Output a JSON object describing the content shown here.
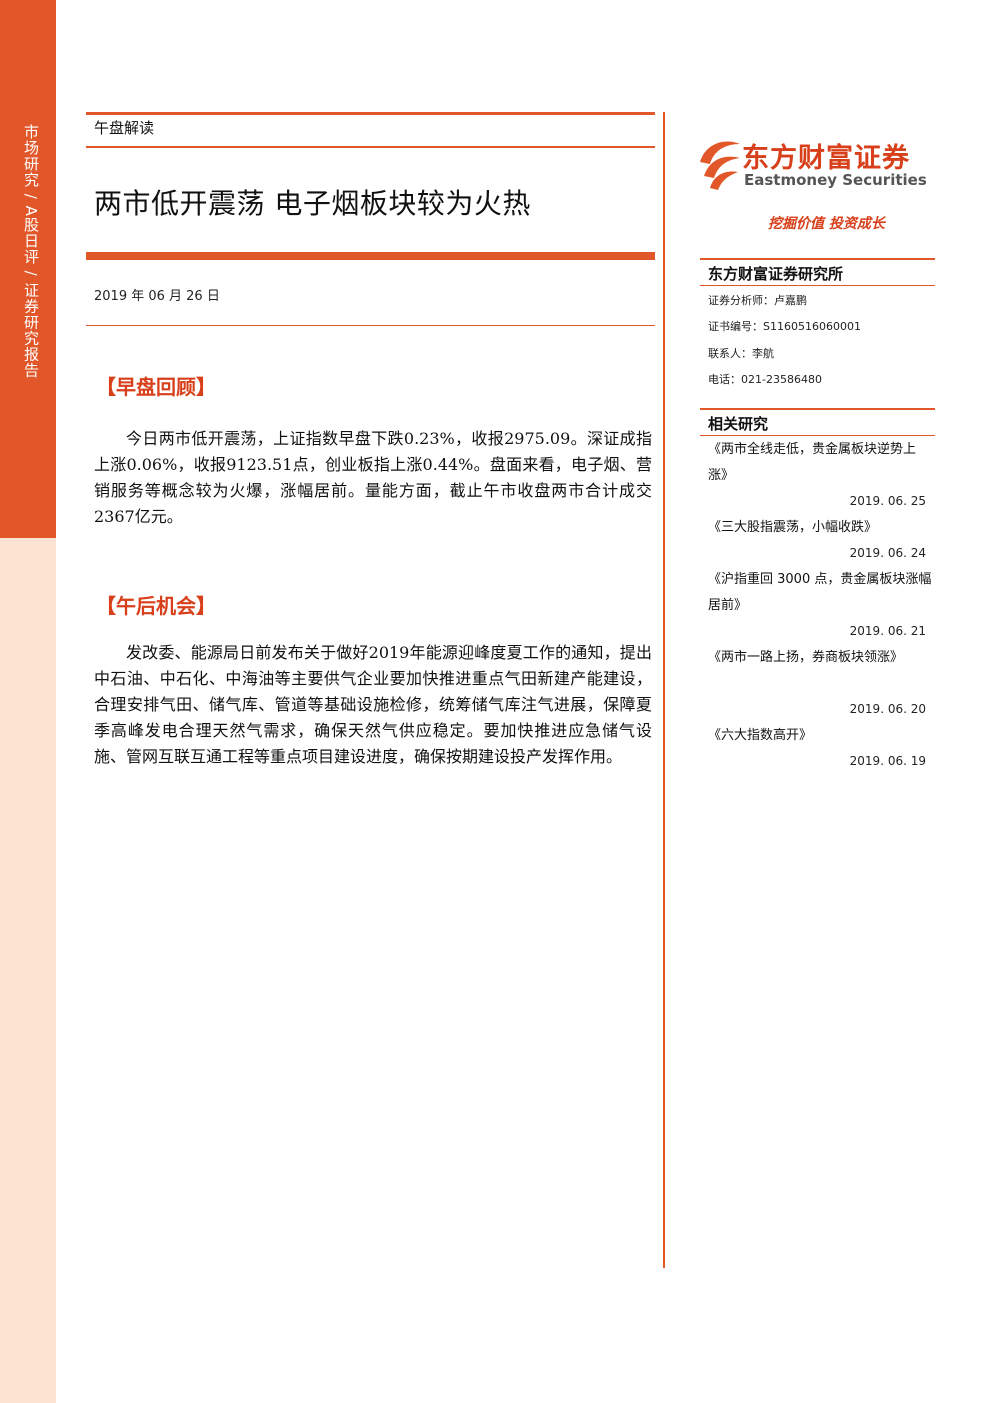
{
  "sidebar": {
    "text": "市场研究 / A股日评 / 证券研究报告"
  },
  "header": {
    "category": "午盘解读",
    "title": "两市低开震荡 电子烟板块较为火热",
    "date": "2019 年 06 月 26 日"
  },
  "sections": [
    {
      "heading": "【早盘回顾】",
      "body": "今日两市低开震荡，上证指数早盘下跌0.23%，收报2975.09。深证成指上涨0.06%，收报9123.51点，创业板指上涨0.44%。盘面来看，电子烟、营销服务等概念较为火爆，涨幅居前。量能方面，截止午市收盘两市合计成交2367亿元。"
    },
    {
      "heading": "【午后机会】",
      "body": "发改委、能源局日前发布关于做好2019年能源迎峰度夏工作的通知，提出中石油、中石化、中海油等主要供气企业要加快推进重点气田新建产能建设，合理安排气田、储气库、管道等基础设施检修，统筹储气库注气进展，保障夏季高峰发电合理天然气需求，确保天然气供应稳定。要加快推进应急储气设施、管网互联互通工程等重点项目建设进度，确保按期建设投产发挥作用。"
    }
  ],
  "brand": {
    "name_cn": "东方财富证券",
    "name_en": "Eastmoney Securities",
    "slogan": "挖掘价值 投资成长",
    "color": "#e2572a"
  },
  "institute": {
    "name": "东方财富证券研究所",
    "analyst": "证券分析师：卢嘉鹏",
    "cert": "证书编号：S1160516060001",
    "contact": "联系人：李航",
    "phone": "电话：021-23586480"
  },
  "related": {
    "heading": "相关研究",
    "items": [
      {
        "title": "《两市全线走低，贵金属板块逆势上涨》",
        "date": "2019. 06. 25"
      },
      {
        "title": "《三大股指震荡，小幅收跌》",
        "date": "2019. 06. 24"
      },
      {
        "title": "《沪指重回 3000 点，贵金属板块涨幅居前》",
        "date": "2019. 06. 21"
      },
      {
        "title": "《两市一路上扬，券商板块领涨》",
        "date": "2019. 06. 20"
      },
      {
        "title": "《六大指数高开》",
        "date": "2019. 06. 19"
      }
    ]
  }
}
